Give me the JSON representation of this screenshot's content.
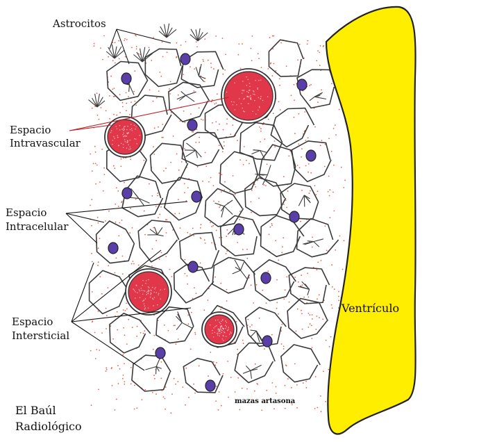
{
  "labels": {
    "astrocitos": "Astrocitos",
    "intravascular_1": "Espacio",
    "intravascular_2": "Intravascular",
    "intracelular_1": "Espacio",
    "intracelular_2": "Intracelular",
    "intersticial_1": "Espacio",
    "intersticial_2": "Intersticial",
    "ventriculo": "Ventrículo",
    "signature": "mazas artasona",
    "credit_1": "El Baúl",
    "credit_2": "Radiológico"
  },
  "colors": {
    "ventricle_fill": "#ffee00",
    "vessel_fill": "#e0384a",
    "nucleus_fill": "#5b3fa8",
    "interstitial_dots": "#e8604a",
    "cell_outline": "#3a3a3a",
    "intravascular_leader": "#c0202a"
  }
}
